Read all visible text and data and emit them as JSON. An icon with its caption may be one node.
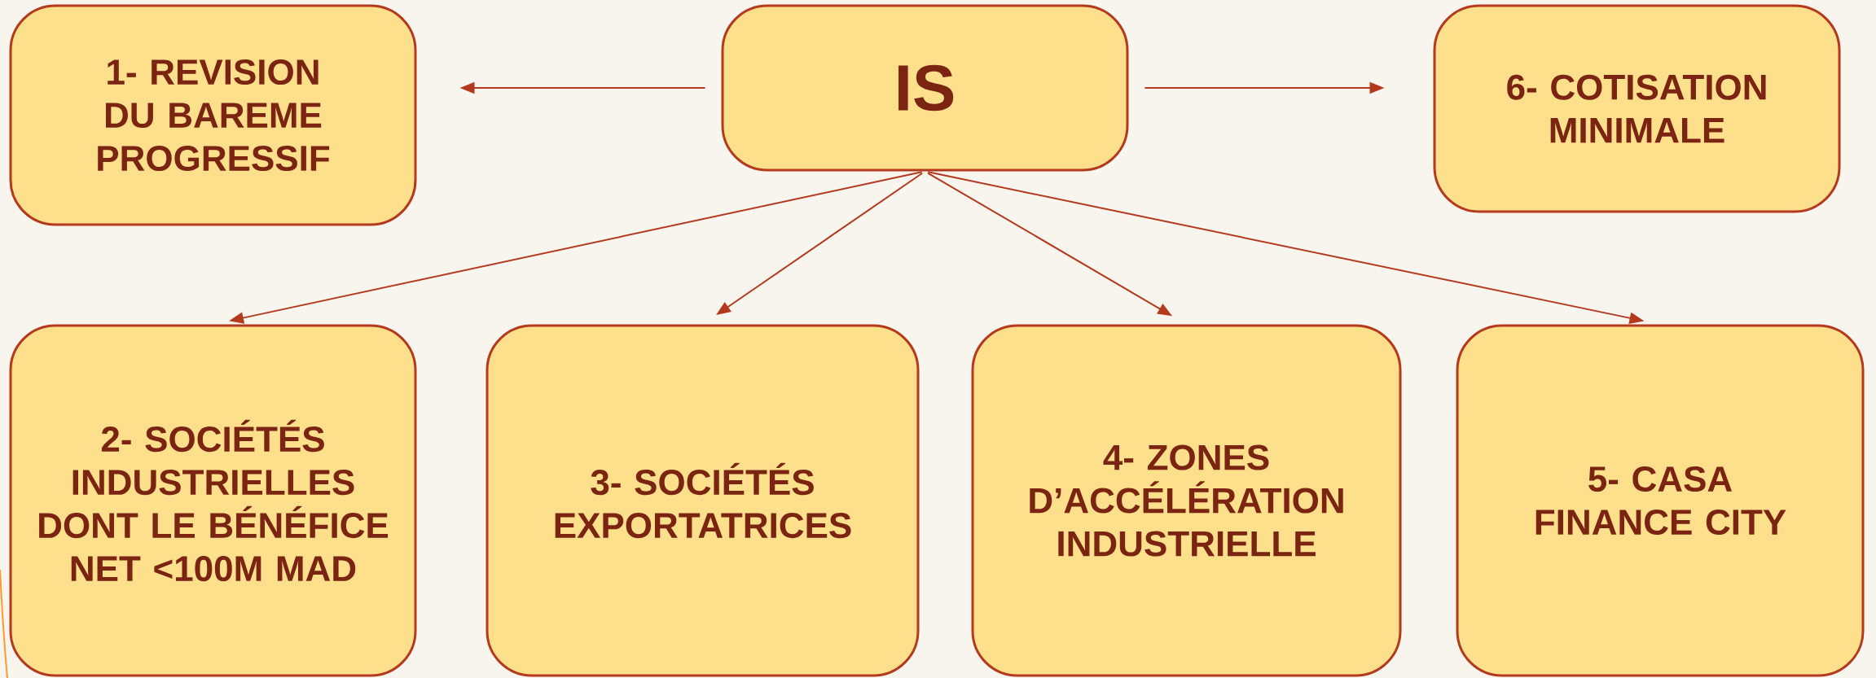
{
  "diagram": {
    "nodes": [
      {
        "text": [
          "IS"
        ]
      },
      {
        "text": [
          "1- REVISION DU BAREME PROGRESSIF"
        ]
      },
      {
        "text": [
          "6- COTISATION MINIMALE"
        ]
      },
      {
        "text": [
          "2- SOCIÉTÉS INDUSTRIELLES DONT LE BÉNÉFICE NET <100M MAD"
        ]
      },
      {
        "text": [
          "3- SOCIÉTÉS EXPORTATRICES"
        ]
      },
      {
        "text": [
          "4- ZONES D’ACCÉLÉRATION INDUSTRIELLE"
        ]
      },
      {
        "text": [
          "5- CASA FINANCE CITY"
        ]
      }
    ],
    "edges": [
      {
        "from": 0,
        "to": 1,
        "arrow": "to"
      },
      {
        "from": 0,
        "to": 2,
        "arrow": "to"
      },
      {
        "from": 0,
        "to": 3,
        "arrow": "to"
      },
      {
        "from": 0,
        "to": 4,
        "arrow": "to"
      },
      {
        "from": 0,
        "to": 5,
        "arrow": "to"
      },
      {
        "from": 0,
        "to": 6,
        "arrow": "to"
      }
    ]
  }
}
